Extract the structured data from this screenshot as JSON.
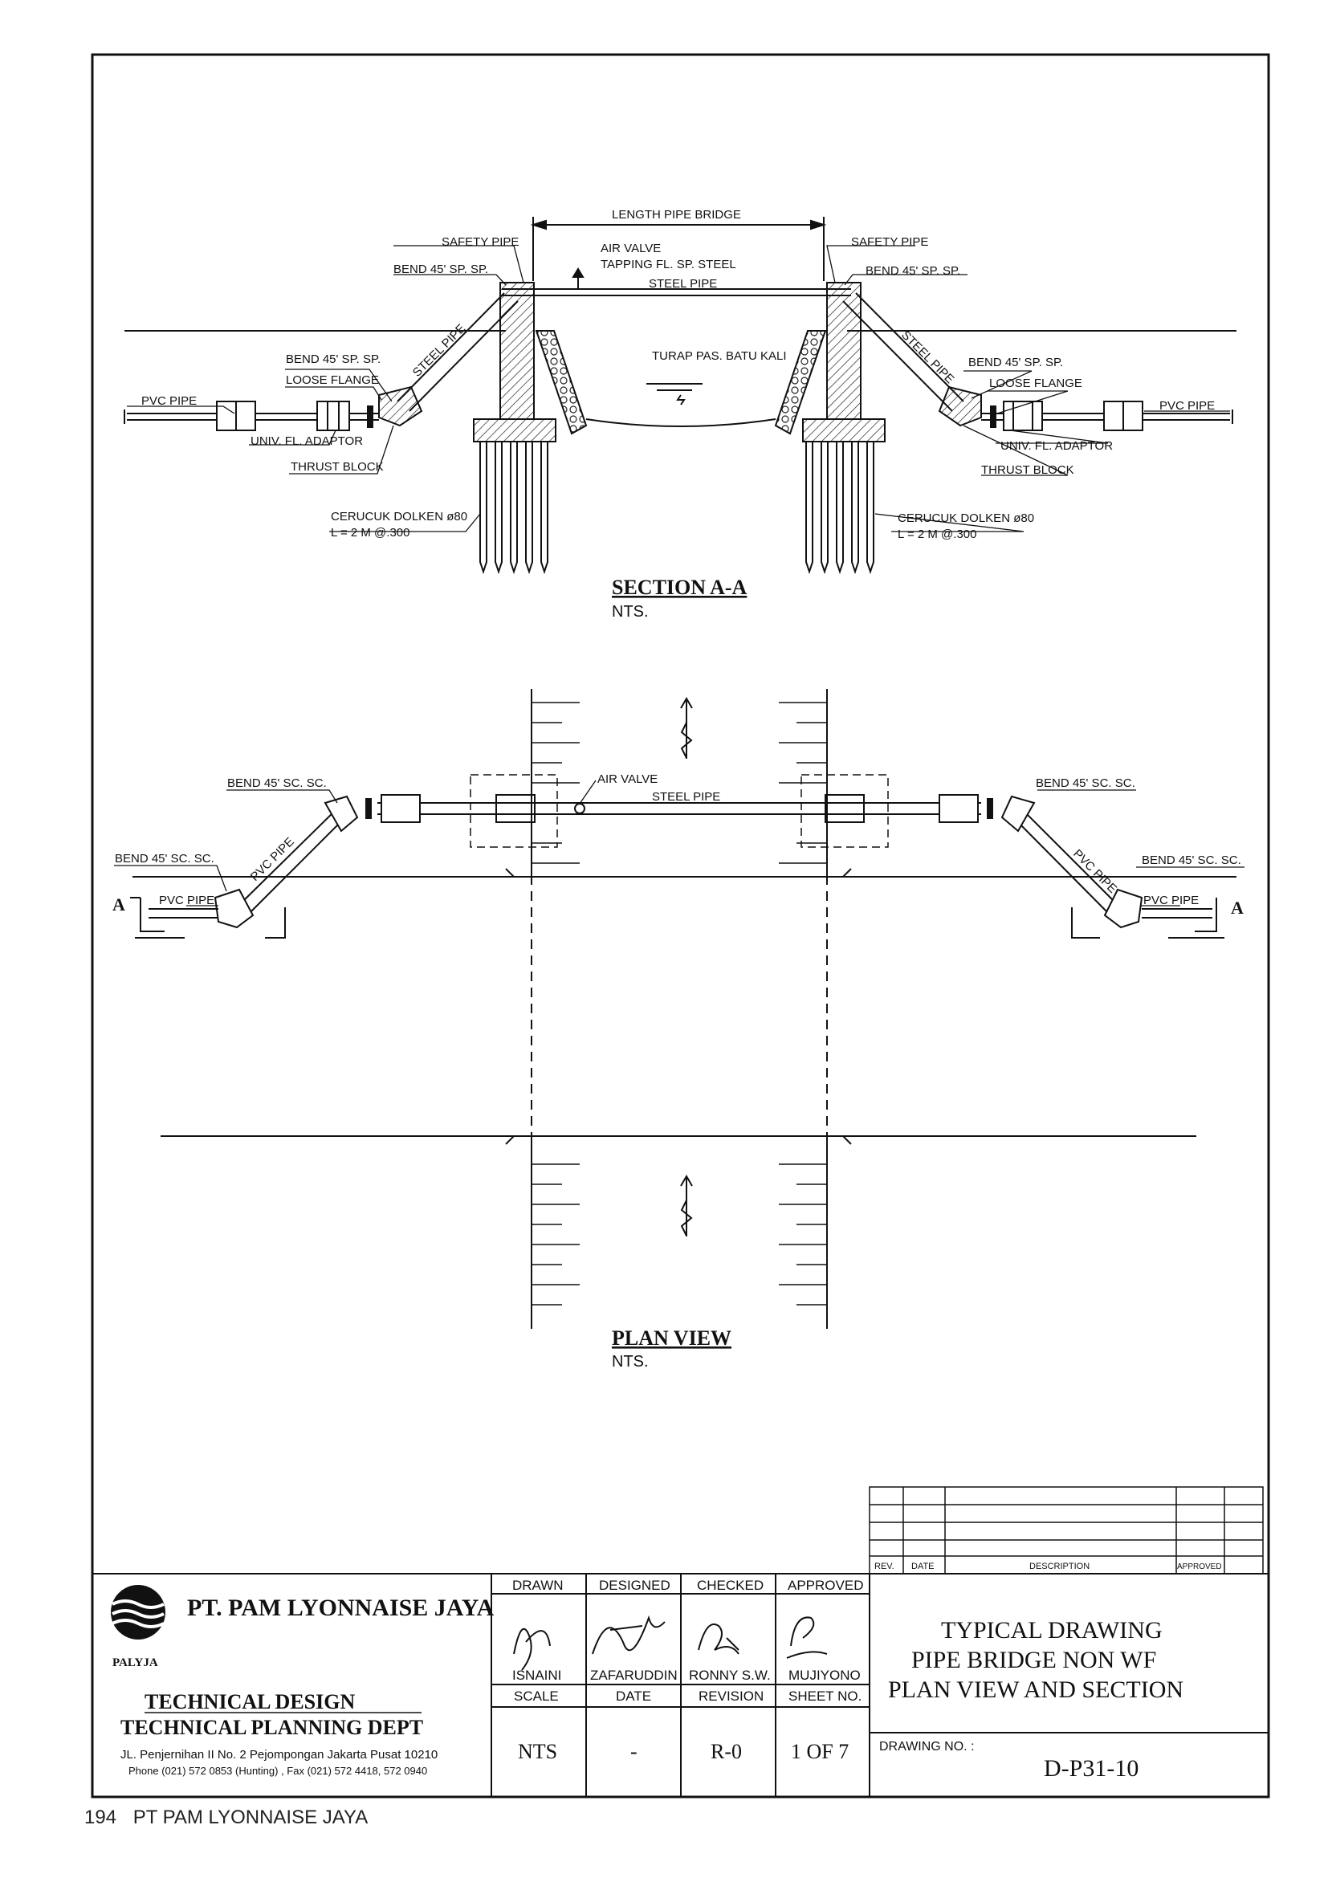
{
  "section": {
    "title": "SECTION A-A",
    "scale": "NTS.",
    "length_label": "LENGTH PIPE BRIDGE",
    "safety_pipe_left": "SAFETY PIPE",
    "safety_pipe_right": "SAFETY PIPE",
    "bend_top_left": "BEND 45' SP. SP.",
    "bend_top_right": "BEND 45' SP. SP.",
    "air_valve": "AIR VALVE",
    "tapping": "TAPPING FL. SP. STEEL",
    "steel_pipe_top": "STEEL PIPE",
    "steel_pipe_left": "STEEL PIPE",
    "steel_pipe_right": "STEEL PIPE",
    "turap": "TURAP PAS. BATU KALI",
    "bend_low_left": "BEND 45' SP. SP.",
    "bend_low_right": "BEND 45' SP. SP.",
    "loose_left": "LOOSE FLANGE",
    "loose_right": "LOOSE FLANGE",
    "pvc_left": "PVC PIPE",
    "pvc_right": "PVC PIPE",
    "univ_left": "UNIV. FL. ADAPTOR",
    "univ_right": "UNIV. FL. ADAPTOR",
    "thrust_left": "THRUST BLOCK",
    "thrust_right": "THRUST BLOCK",
    "cerucuk_left_1": "CERUCUK DOLKEN ø80",
    "cerucuk_left_2": "L = 2 M  @.300",
    "cerucuk_right_1": "CERUCUK DOLKEN ø80",
    "cerucuk_right_2": "L = 2 M  @.300"
  },
  "plan": {
    "title": "PLAN VIEW",
    "scale": "NTS.",
    "bend_top_left": "BEND 45' SC. SC.",
    "bend_mid_left": "BEND 45' SC. SC.",
    "bend_top_right": "BEND 45' SC. SC.",
    "bend_mid_right": "BEND 45' SC. SC.",
    "air_valve": "AIR VALVE",
    "steel_pipe": "STEEL PIPE",
    "pvc_pipe_left": "PVC PIPE",
    "pvc_pipe_diag_left": "PVC PIPE",
    "pvc_pipe_right": "PVC PIPE",
    "pvc_pipe_diag_right": "PVC PIPE",
    "marker_left": "A",
    "marker_right": "A"
  },
  "revision_table": {
    "headers": [
      "REV.",
      "DATE",
      "DESCRIPTION",
      "APPROVED"
    ]
  },
  "title_block": {
    "company": "PT. PAM LYONNAISE JAYA",
    "logo_text": "PALYJA",
    "dept_1": "TECHNICAL DESIGN",
    "dept_2": "TECHNICAL PLANNING DEPT",
    "address_1": "JL. Penjernihan II No. 2 Pejompongan Jakarta Pusat 10210",
    "address_2": "Phone (021) 572 0853 (Hunting) , Fax (021) 572 4418, 572 0940",
    "roles": [
      "DRAWN",
      "DESIGNED",
      "CHECKED",
      "APPROVED"
    ],
    "names": [
      "ISNAINI",
      "ZAFARUDDIN",
      "RONNY S.W.",
      "MUJIYONO"
    ],
    "info_headers": [
      "SCALE",
      "DATE",
      "REVISION",
      "SHEET NO."
    ],
    "info_values": [
      "NTS",
      "-",
      "R-0",
      "1 OF 7"
    ],
    "drawing_title": [
      "TYPICAL DRAWING",
      "PIPE BRIDGE NON WF",
      "PLAN VIEW AND SECTION"
    ],
    "drawing_no_label": "DRAWING NO. :",
    "drawing_no": "D-P31-10"
  },
  "footer": {
    "page_number": "194",
    "publisher": "PT PAM LYONNAISE JAYA"
  }
}
